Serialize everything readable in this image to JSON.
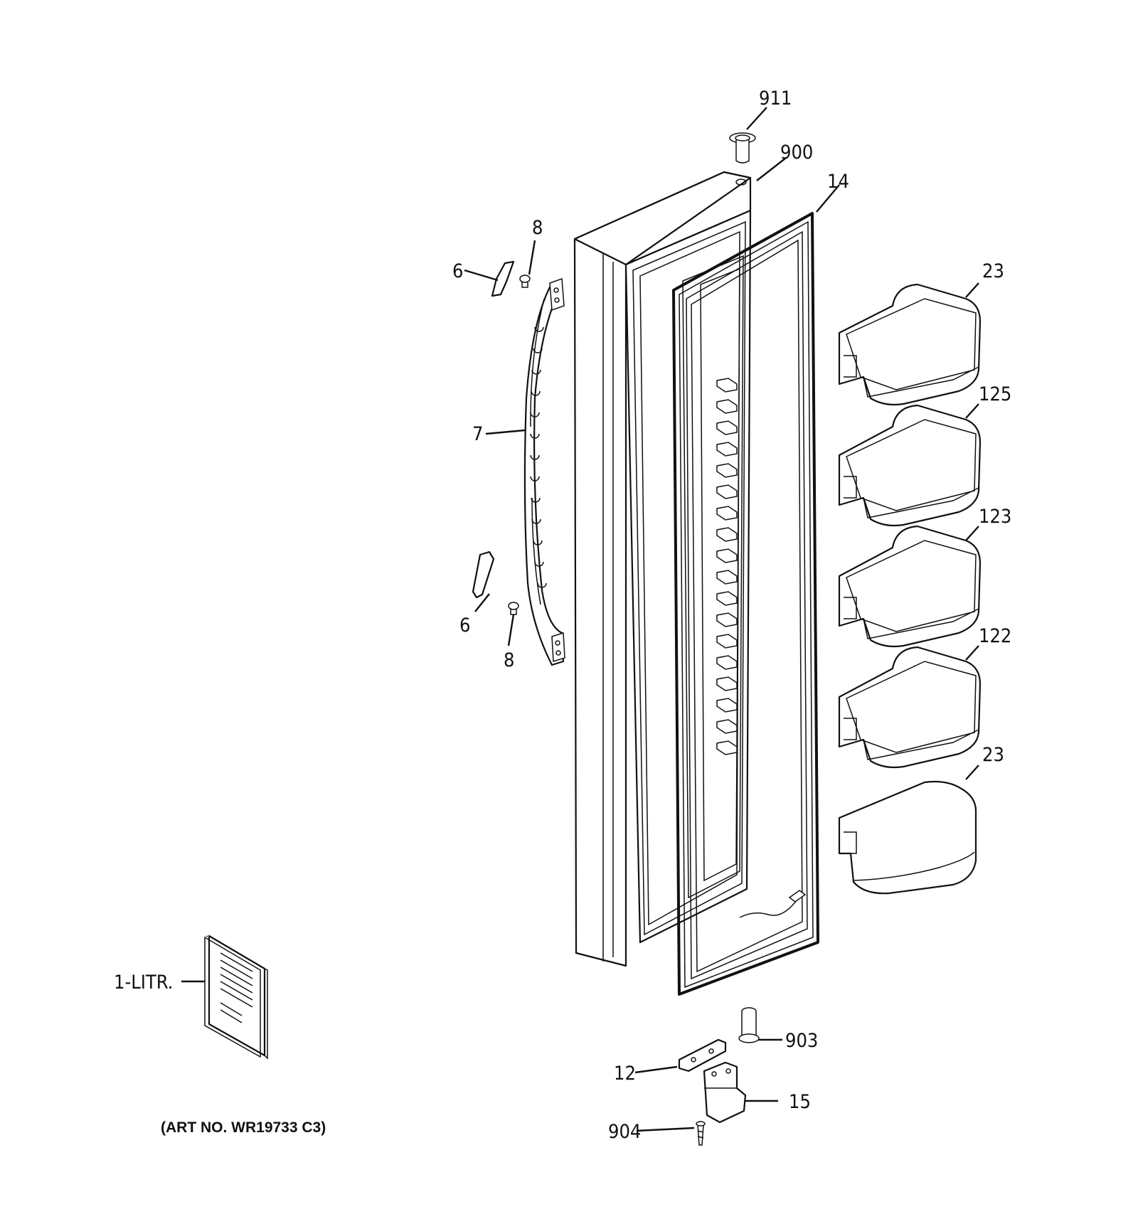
{
  "diagram": {
    "labels": {
      "p911": "911",
      "p900": "900",
      "p14": "14",
      "p8_top": "8",
      "p6_top": "6",
      "p7": "7",
      "p6_bottom": "6",
      "p8_bottom": "8",
      "p23_top": "23",
      "p125": "125",
      "p123": "123",
      "p122": "122",
      "p23_bottom": "23",
      "p1_litr": "1-LITR.",
      "p903": "903",
      "p12": "12",
      "p15": "15",
      "p904": "904"
    },
    "art_number": "(ART NO. WR19733 C3)"
  }
}
